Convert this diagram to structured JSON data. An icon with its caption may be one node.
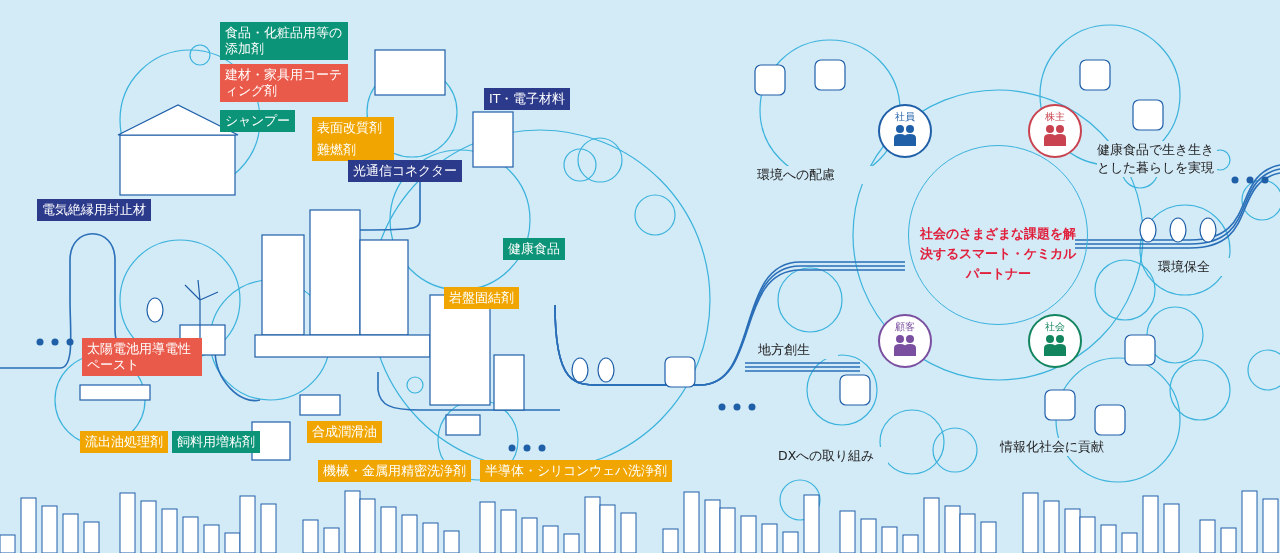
{
  "diagram": {
    "nodes": [
      {
        "text": [
          "社会のさまざまな課題を解決するスマート・ケミカルパートナー"
        ]
      },
      {
        "text": [
          "社員"
        ]
      },
      {
        "text": [
          "株主"
        ]
      },
      {
        "text": [
          "顧客"
        ]
      },
      {
        "text": [
          "社会"
        ]
      }
    ],
    "labels": [
      "食品・化粧品用等の添加剤",
      "IT・電子材料",
      "建材・家具用コーティング剤",
      "シャンプー",
      "表面改質剤",
      "難燃剤",
      "光通信コネクター",
      "環境への配慮",
      "健康食品で生き生きとした暮らしを実現",
      "電気絶縁用封止材",
      "健康食品",
      "環境保全",
      "岩盤固結剤",
      "太陽電池用導電性ペースト",
      "地方創生",
      "合成潤滑油",
      "流出油処理剤",
      "飼料用増粘剤",
      "DXへの取り組み",
      "情報化社会に貢献",
      "機械・金属用精密洗浄剤",
      "半導体・シリコンウェハ洗浄剤"
    ]
  }
}
